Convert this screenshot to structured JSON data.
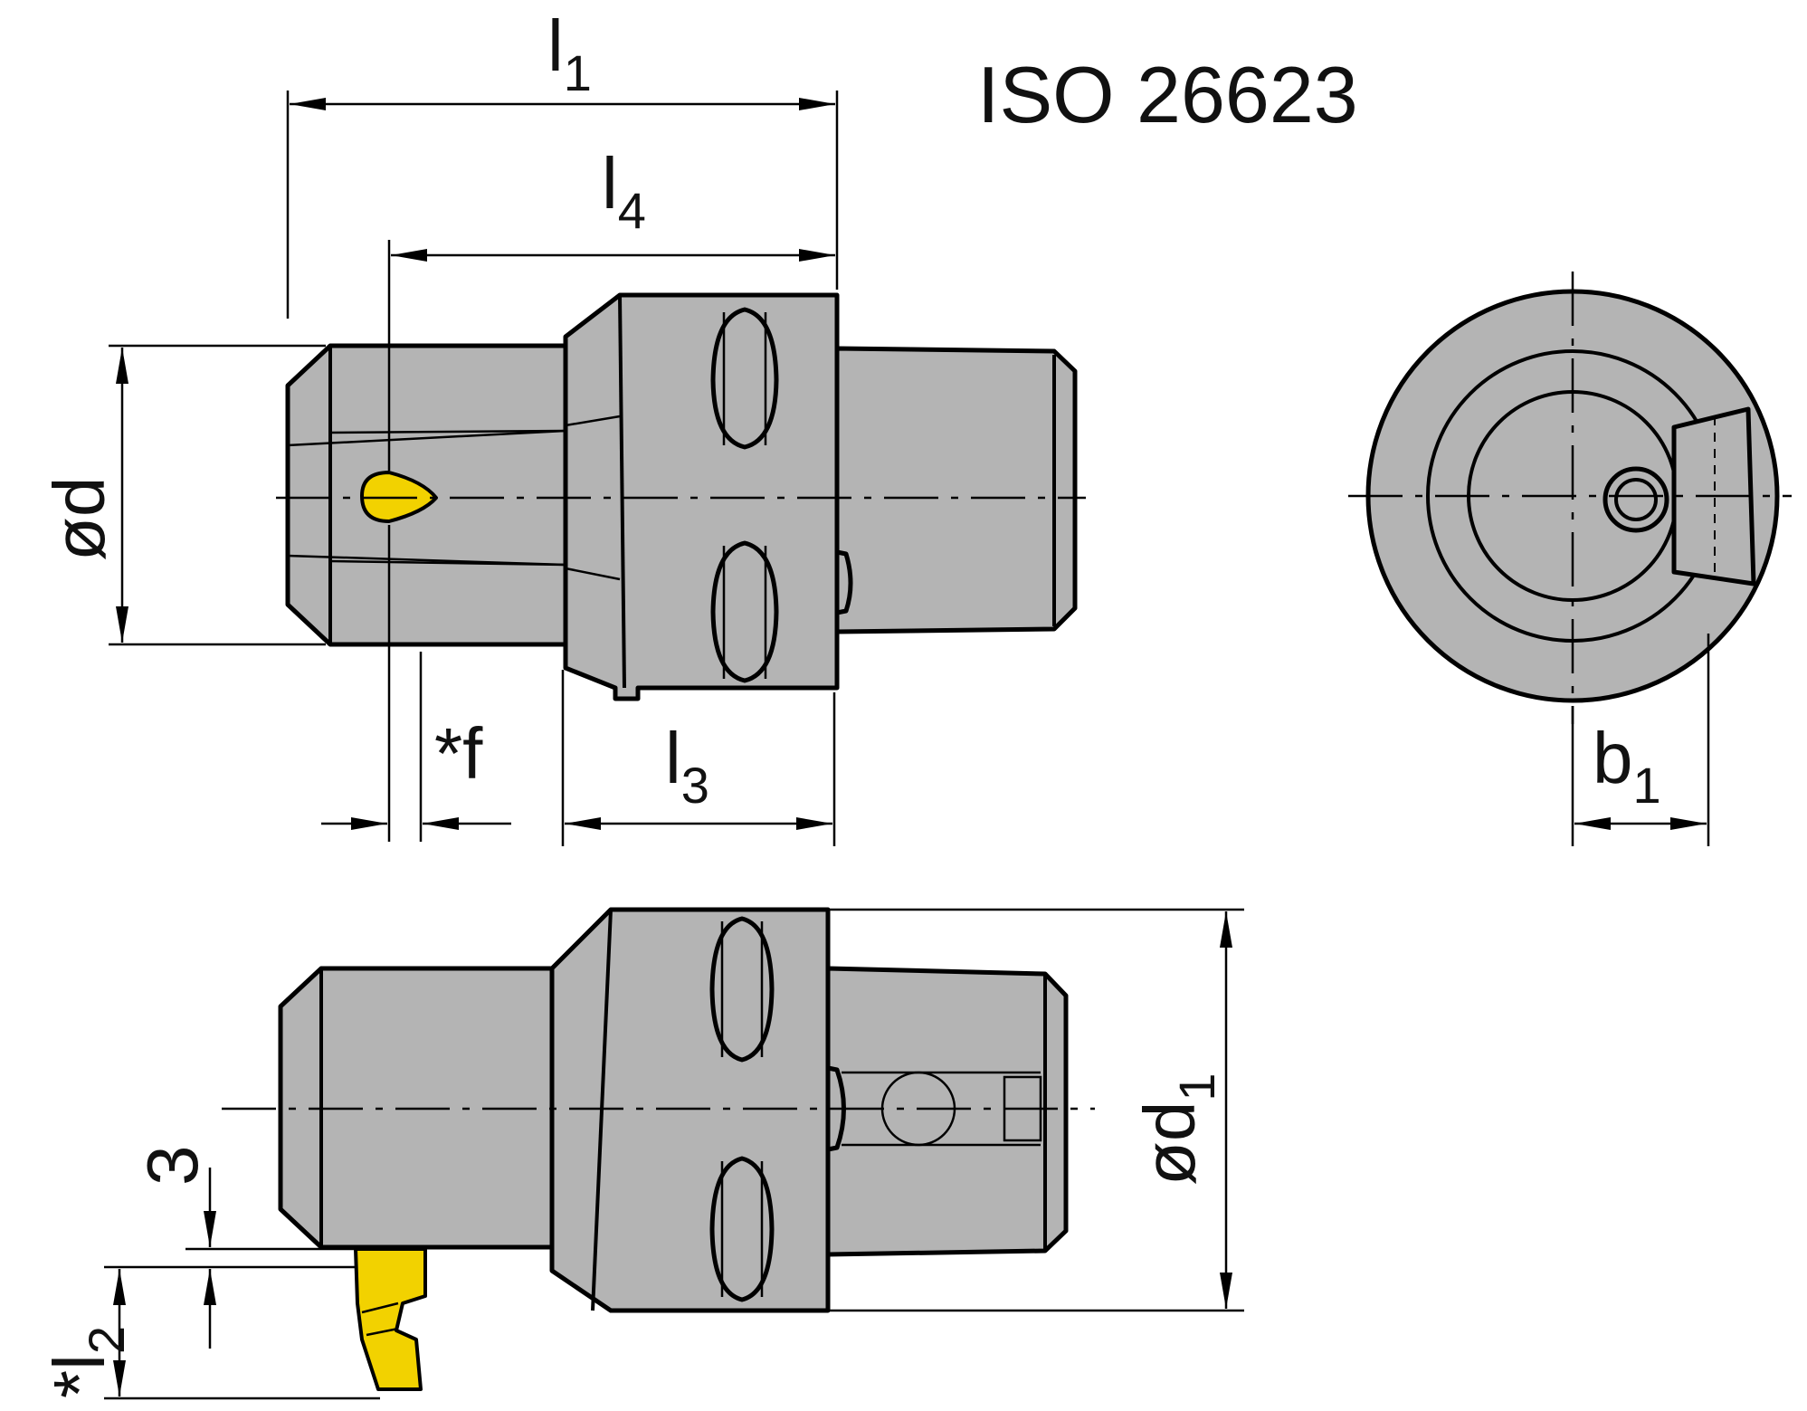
{
  "standard": "ISO 26623",
  "labels": {
    "l1": {
      "main": "l",
      "sub": "1"
    },
    "l4": {
      "main": "l",
      "sub": "4"
    },
    "l3": {
      "main": "l",
      "sub": "3"
    },
    "l2": {
      "main": "*l",
      "sub": "2"
    },
    "d": {
      "main": "ød"
    },
    "d1": {
      "main": "ød",
      "sub": "1"
    },
    "f": {
      "main": "*f"
    },
    "b1": {
      "main": "b",
      "sub": "1"
    },
    "three": {
      "main": "3"
    }
  },
  "colors": {
    "body": "#b4b4b4",
    "insert": "#f2d200",
    "line": "#000000"
  }
}
